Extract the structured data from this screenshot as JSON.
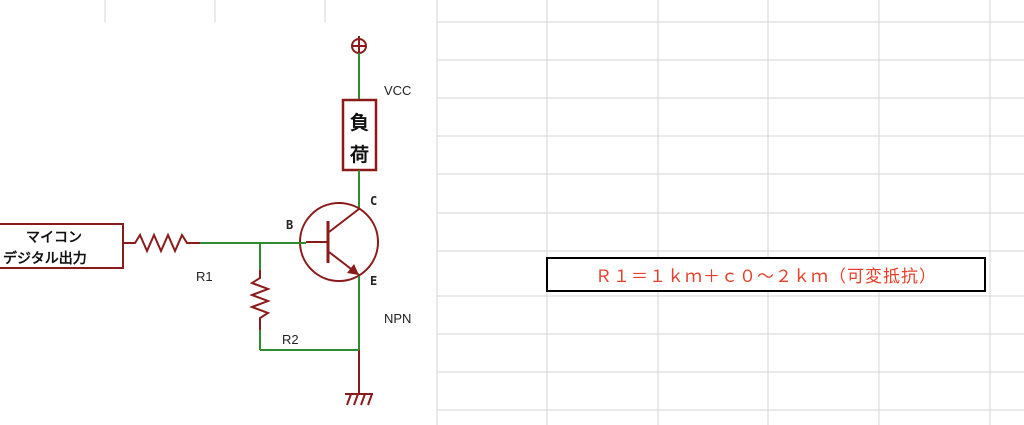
{
  "circuit": {
    "mcu_line1": "マイコン",
    "mcu_line2": "デジタル出力",
    "load_char1": "負",
    "load_char2": "荷",
    "vcc": "VCC",
    "base": "B",
    "collector": "C",
    "emitter": "E",
    "type": "NPN",
    "r1": "R1",
    "r2": "R2"
  },
  "note": "Ｒ１＝１ｋｍ＋ｃ０～２ｋｍ（可変抵抗）",
  "colors": {
    "component": "#8b1a1a",
    "wire": "#2e8b2e",
    "note_text": "#e8402a",
    "grid": "#d4d4d4"
  }
}
